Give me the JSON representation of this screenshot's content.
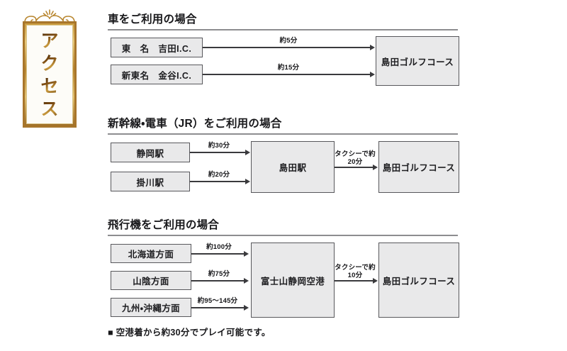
{
  "title_plate": {
    "label": "アクセス",
    "chars": [
      "ア",
      "ク",
      "セ",
      "ス"
    ],
    "ornament_name": "gold-flourish-ornament",
    "frame_color": "#c99a3e"
  },
  "theme": {
    "background": "#ffffff",
    "node_fill": "#e9e9ea",
    "node_border": "#58585c",
    "rule_color": "#8d8d90",
    "text_color": "#17171a"
  },
  "sections": [
    {
      "id": "car",
      "heading": "車をご利用の場合",
      "sources": [
        {
          "label": "東　名　吉田I.C."
        },
        {
          "label": "新東名　金谷I.C."
        }
      ],
      "edges": [
        {
          "label": "約5分"
        },
        {
          "label": "約15分"
        }
      ],
      "destination": {
        "label": "島田ゴルフコース"
      }
    },
    {
      "id": "train",
      "heading": "新幹線・電車（JR）をご利用の場合",
      "sources": [
        {
          "label": "静岡駅"
        },
        {
          "label": "掛川駅"
        }
      ],
      "edges": [
        {
          "label": "約30分"
        },
        {
          "label": "約20分"
        }
      ],
      "hub": {
        "label": "島田駅"
      },
      "hub_edge": {
        "label": "タクシーで約20分"
      },
      "destination": {
        "label": "島田ゴルフコース"
      }
    },
    {
      "id": "plane",
      "heading": "飛行機をご利用の場合",
      "sources": [
        {
          "label": "北海道方面"
        },
        {
          "label": "山陰方面"
        },
        {
          "label": "九州・沖縄方面"
        }
      ],
      "edges": [
        {
          "label": "約100分"
        },
        {
          "label": "約75分"
        },
        {
          "label": "約95〜145分"
        }
      ],
      "hub": {
        "label": "富士山静岡空港"
      },
      "hub_edge": {
        "label": "タクシーで約10分"
      },
      "destination": {
        "label": "島田ゴルフコース"
      }
    }
  ],
  "footnote": {
    "text": "■ 空港着から約30分でプレイ可能です。"
  }
}
